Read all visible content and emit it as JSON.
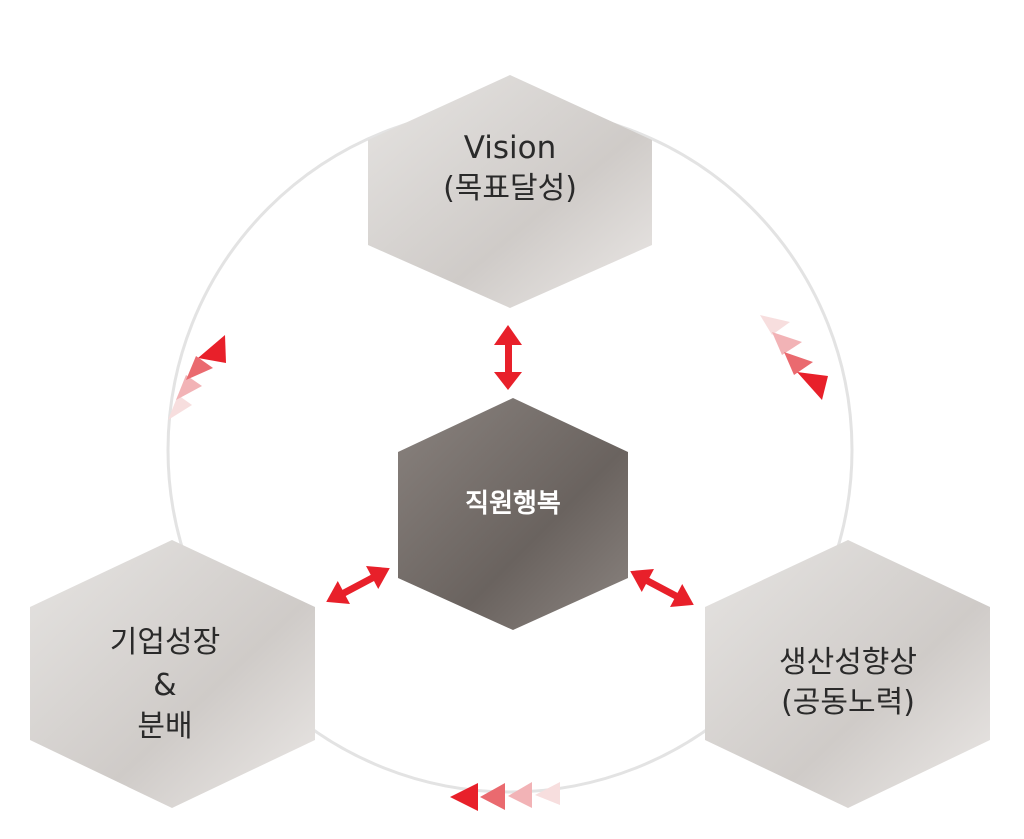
{
  "nodes": {
    "top": {
      "line1": "Vision",
      "line2": "(목표달성)"
    },
    "center": {
      "label": "직원행복"
    },
    "left": {
      "line1": "기업성장",
      "line2": "&",
      "line3": "분배"
    },
    "right": {
      "line1": "생산성향상",
      "line2": "(공동노력)"
    }
  },
  "colors": {
    "arrow_red": "#e8202a",
    "hex_light": "#d9d6d3",
    "hex_dark": "#6f6864",
    "ring": "#e3e3e3"
  }
}
